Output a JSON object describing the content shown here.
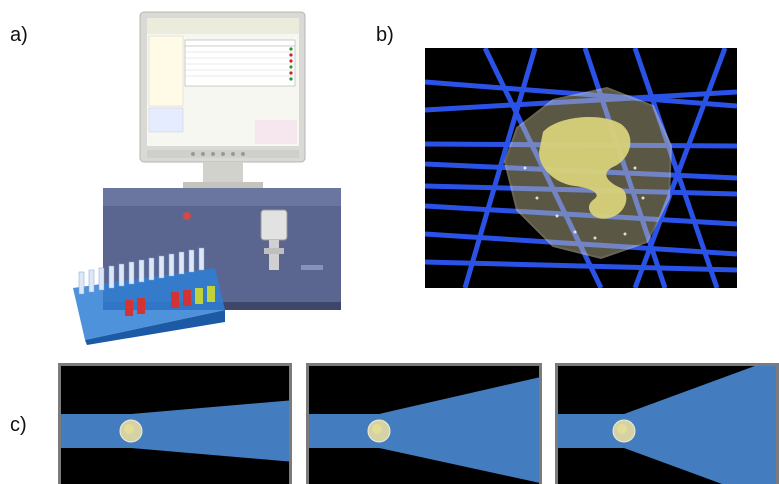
{
  "labels": {
    "a": "a)",
    "b": "b)",
    "c": "c)"
  },
  "colors": {
    "laser_blue": "#2f5bff",
    "beam_blue": "#5aa6ff",
    "cell_membrane": "#c9c19a",
    "nucleus_yellow": "#d8d27a",
    "instrument_body": "#5a6690",
    "frame_gray": "#7b7b7b"
  },
  "panels": {
    "a": {
      "subject": "flow-cytometer-instrument-with-monitor-and-sample-rack"
    },
    "b": {
      "subject": "cell-crossed-by-laser-beams"
    },
    "c": {
      "subject": "cell-in-beam-light-scatter-sequence",
      "frames": 3
    }
  }
}
